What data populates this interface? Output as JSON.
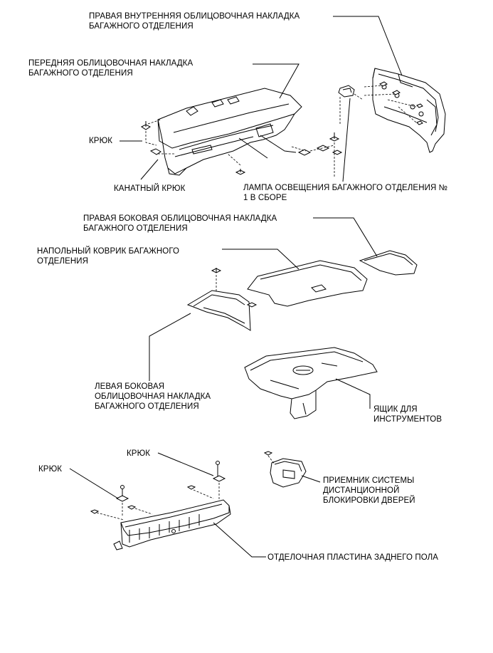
{
  "labels": {
    "right_inner_trim": [
      "ПРАВАЯ ВНУТРЕННЯЯ ОБЛИЦОВОЧНАЯ НАКЛАДКА",
      "БАГАЖНОГО ОТДЕЛЕНИЯ"
    ],
    "front_trim": [
      "ПЕРЕДНЯЯ ОБЛИЦОВОЧНАЯ НАКЛАДКА",
      "БАГАЖНОГО ОТДЕЛЕНИЯ"
    ],
    "hook_top": "КРЮК",
    "rope_hook": "КАНАТНЫЙ КРЮК",
    "lamp": [
      "ЛАМПА ОСВЕЩЕНИЯ БАГАЖНОГО ОТДЕЛЕНИЯ №",
      "1 В СБОРЕ"
    ],
    "right_side_trim": [
      "ПРАВАЯ БОКОВАЯ ОБЛИЦОВОЧНАЯ НАКЛАДКА",
      "БАГАЖНОГО ОТДЕЛЕНИЯ"
    ],
    "floor_mat": [
      "НАПОЛЬНЫЙ КОВРИК БАГАЖНОГО",
      "ОТДЕЛЕНИЯ"
    ],
    "left_side_trim": [
      "ЛЕВАЯ БОКОВАЯ",
      "ОБЛИЦОВОЧНАЯ НАКЛАДКА",
      "БАГАЖНОГО ОТДЕЛЕНИЯ"
    ],
    "tool_box": [
      "ЯЩИК ДЛЯ",
      "ИНСТРУМЕНТОВ"
    ],
    "hook_bottom_right": "КРЮК",
    "hook_bottom_left": "КРЮК",
    "receiver": [
      "ПРИЕМНИК СИСТЕМЫ",
      "ДИСТАНЦИОННОЙ",
      "БЛОКИРОВКИ ДВЕРЕЙ"
    ],
    "rear_floor_plate": "ОТДЕЛОЧНАЯ ПЛАСТИНА ЗАДНЕГО ПОЛА"
  }
}
